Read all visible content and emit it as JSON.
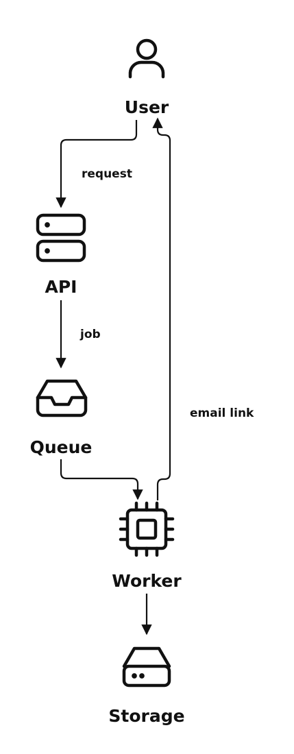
{
  "colors": {
    "stroke": "#111111",
    "background": "#ffffff"
  },
  "nodes": {
    "user": {
      "label": "User",
      "icon": "user-icon"
    },
    "api": {
      "label": "API",
      "icon": "server-icon"
    },
    "queue": {
      "label": "Queue",
      "icon": "inbox-tray-icon"
    },
    "worker": {
      "label": "Worker",
      "icon": "cpu-chip-icon"
    },
    "storage": {
      "label": "Storage",
      "icon": "hard-drive-icon"
    }
  },
  "edges": {
    "request": {
      "label": "request"
    },
    "job": {
      "label": "job"
    },
    "email_link": {
      "label": "email link"
    }
  }
}
